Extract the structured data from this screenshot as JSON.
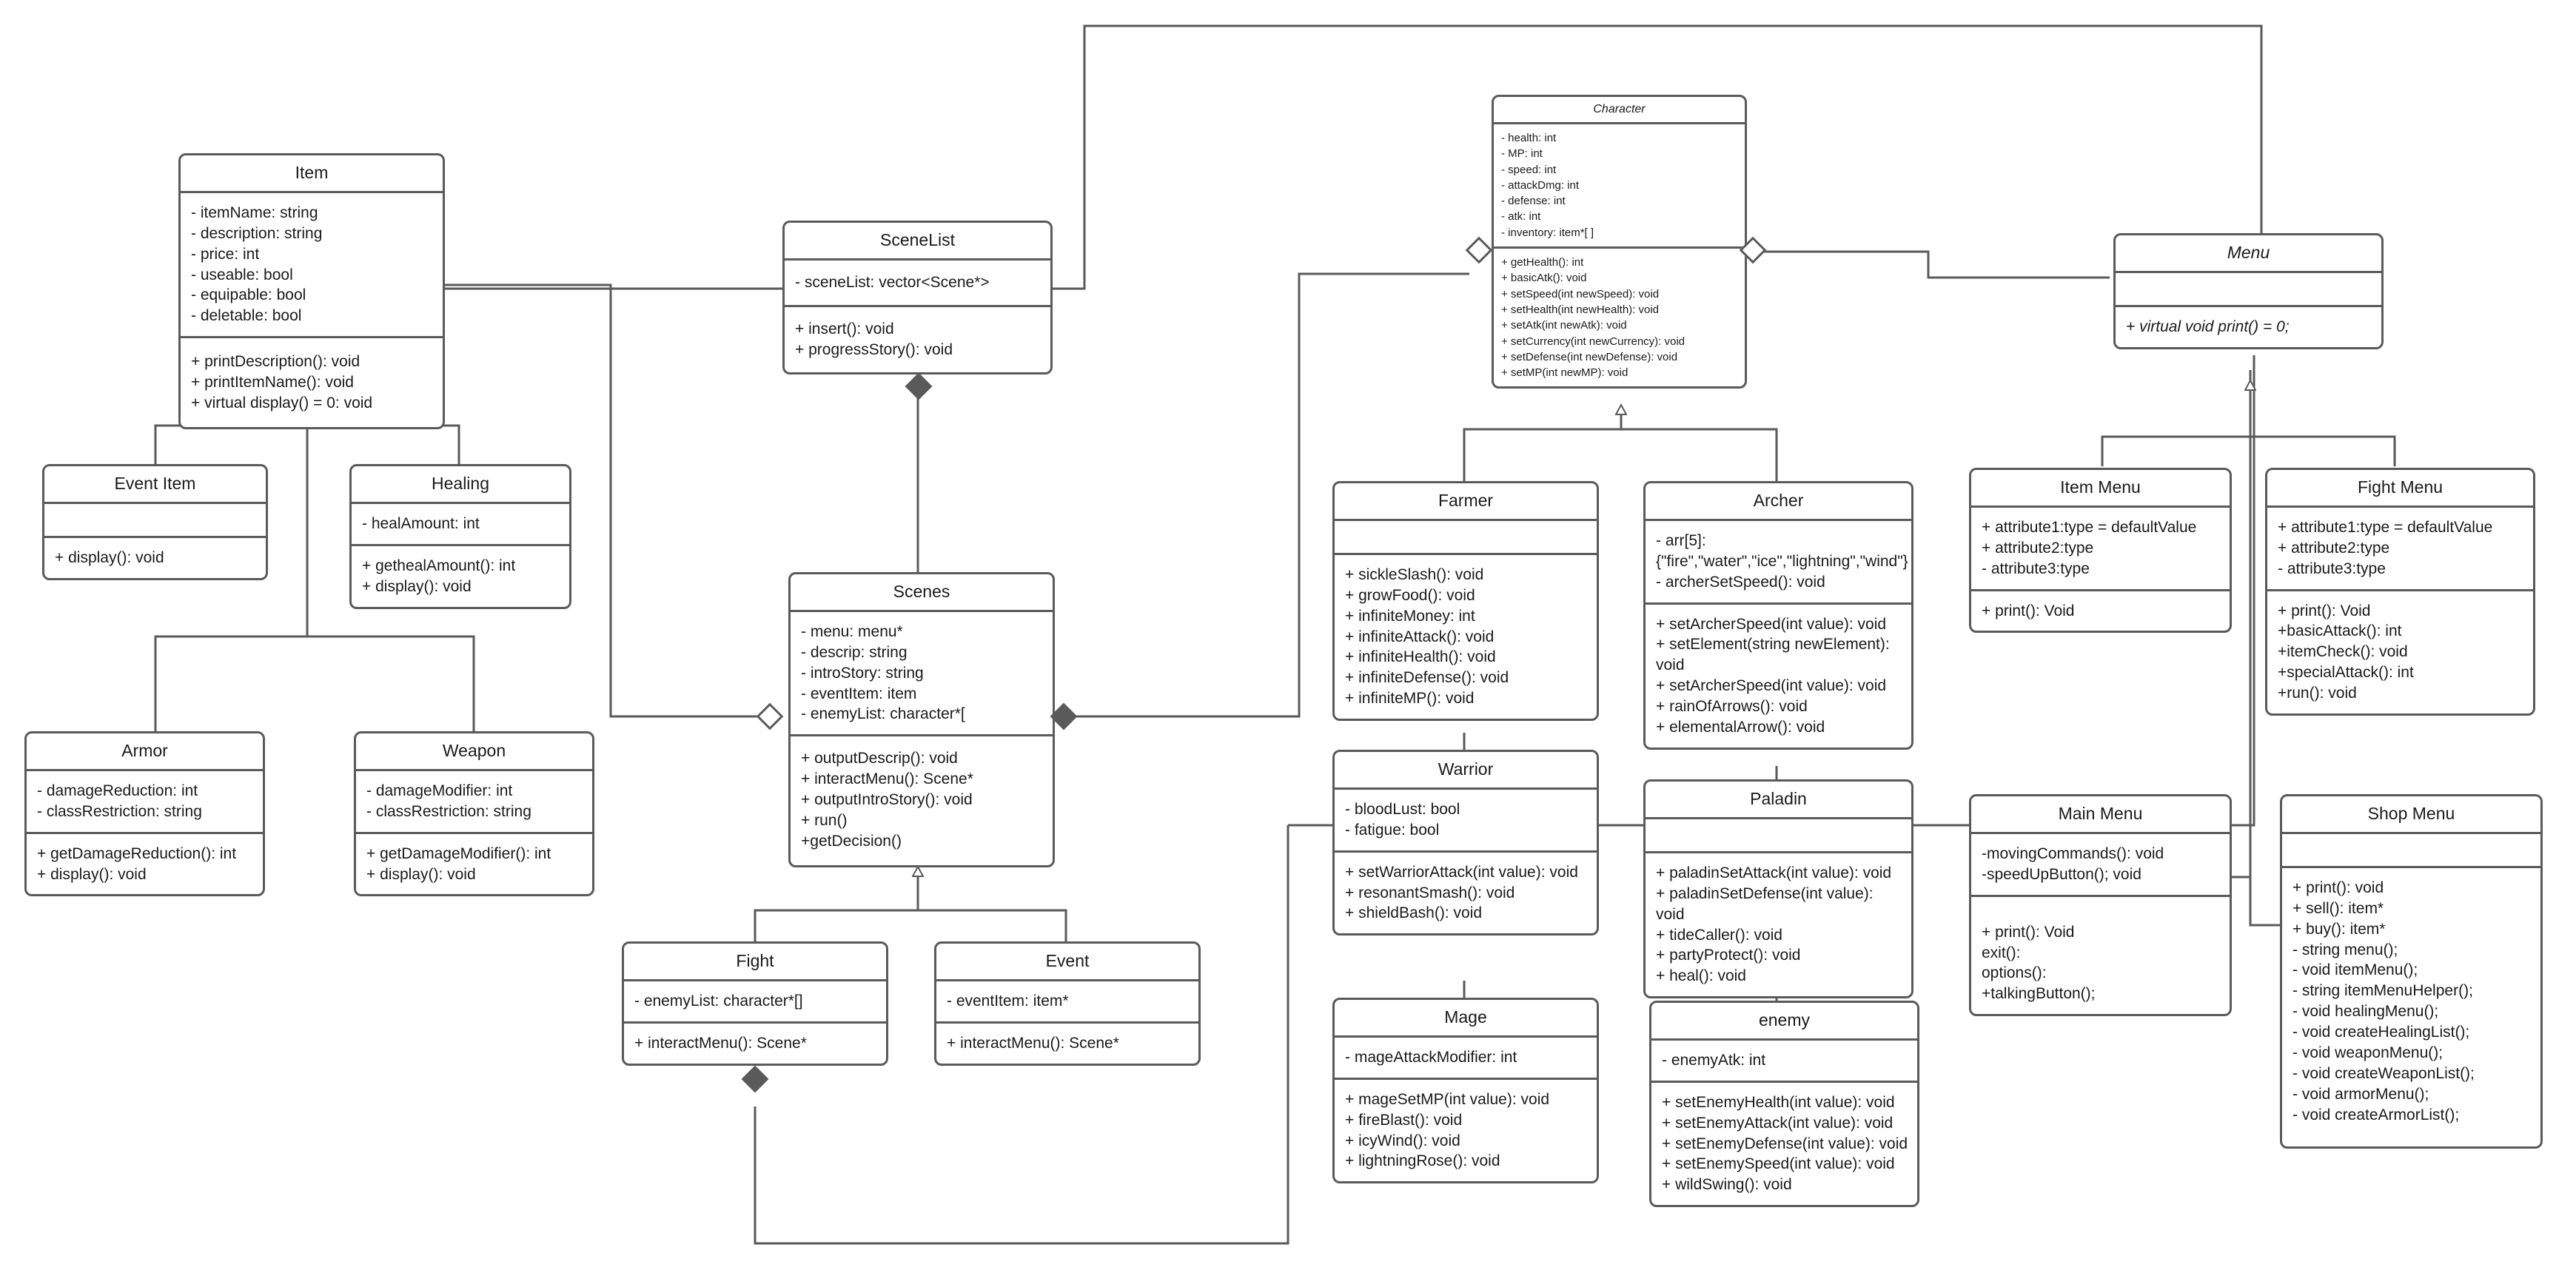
{
  "diagram": {
    "title": "Game UML Class Diagram",
    "type": "uml-class-diagram",
    "background_color": "#ffffff",
    "line_color": "#5a5a5a",
    "text_color": "#1a1a1a"
  },
  "classes": {
    "item": {
      "name": "Item",
      "abstract": false,
      "attributes": [
        "- itemName: string",
        "- description: string",
        "- price: int",
        "- useable: bool",
        "- equipable: bool",
        "- deletable: bool"
      ],
      "methods": [
        "+ printDescription(): void",
        "+ printItemName(): void",
        "+ virtual display() = 0: void"
      ]
    },
    "event_item": {
      "name": "Event Item",
      "abstract": false,
      "attributes": [],
      "methods": [
        "+ display(): void"
      ]
    },
    "healing": {
      "name": "Healing",
      "abstract": false,
      "attributes": [
        "- healAmount: int"
      ],
      "methods": [
        "+ gethealAmount(): int",
        "+ display(): void"
      ]
    },
    "armor": {
      "name": "Armor",
      "abstract": false,
      "attributes": [
        "- damageReduction: int",
        "- classRestriction: string"
      ],
      "methods": [
        "+ getDamageReduction(): int",
        "+ display(): void"
      ]
    },
    "weapon": {
      "name": "Weapon",
      "abstract": false,
      "attributes": [
        "- damageModifier: int",
        "- classRestriction: string"
      ],
      "methods": [
        "+ getDamageModifier(): int",
        "+ display(): void"
      ]
    },
    "scene_list": {
      "name": "SceneList",
      "abstract": false,
      "attributes": [
        "- sceneList: vector<Scene*>"
      ],
      "methods": [
        "+ insert(): void",
        "+ progressStory(): void"
      ]
    },
    "scenes": {
      "name": "Scenes",
      "abstract": false,
      "attributes": [
        "- menu: menu*",
        "- descrip: string",
        "- introStory: string",
        "- eventItem: item",
        "- enemyList: character*["
      ],
      "methods": [
        "+ outputDescrip(): void",
        "+ interactMenu(): Scene*",
        "+ outputIntroStory(): void",
        "+ run()",
        "+getDecision()"
      ]
    },
    "fight": {
      "name": "Fight",
      "abstract": false,
      "attributes": [
        "- enemyList: character*[]"
      ],
      "methods": [
        "+ interactMenu(): Scene*"
      ]
    },
    "event": {
      "name": "Event",
      "abstract": false,
      "attributes": [
        "- eventItem: item*"
      ],
      "methods": [
        "+ interactMenu(): Scene*"
      ]
    },
    "character": {
      "name": "Character",
      "abstract": true,
      "attributes": [
        "- health: int",
        "- MP: int",
        "- speed: int",
        "- attackDmg: int",
        "- defense: int",
        "- atk: int",
        "- inventory: item*[ ]"
      ],
      "methods": [
        "+ getHealth(): int",
        "+ basicAtk(): void",
        "+ setSpeed(int newSpeed): void",
        "+ setHealth(int newHealth): void",
        "+ setAtk(int newAtk): void",
        "+ setCurrency(int newCurrency): void",
        "+ setDefense(int newDefense): void",
        "+ setMP(int newMP): void"
      ]
    },
    "farmer": {
      "name": "Farmer",
      "abstract": false,
      "attributes": [],
      "methods": [
        "+ sickleSlash(): void",
        "+ growFood(): void",
        "+ infiniteMoney: int",
        "+ infiniteAttack(): void",
        "+ infiniteHealth(): void",
        "+ infiniteDefense(): void",
        "+ infiniteMP(): void"
      ]
    },
    "archer": {
      "name": "Archer",
      "abstract": false,
      "attributes": [
        "- arr[5]:\n{\"fire\",\"water\",\"ice\",\"lightning\",\"wind\"}",
        "- archerSetSpeed(): void"
      ],
      "methods": [
        "+ setArcherSpeed(int value): void",
        "+ setElement(string newElement): void",
        "+ setArcherSpeed(int value): void",
        "+ rainOfArrows(): void",
        "+ elementalArrow(): void"
      ]
    },
    "warrior": {
      "name": "Warrior",
      "abstract": false,
      "attributes": [
        "- bloodLust: bool",
        "- fatigue: bool"
      ],
      "methods": [
        "+ setWarriorAttack(int value): void",
        "+ resonantSmash(): void",
        "+ shieldBash(): void"
      ]
    },
    "paladin": {
      "name": "Paladin",
      "abstract": false,
      "attributes": [],
      "methods": [
        "+ paladinSetAttack(int value): void",
        "+ paladinSetDefense(int value): void",
        "+ tideCaller(): void",
        "+ partyProtect(): void",
        "+ heal(): void"
      ]
    },
    "mage": {
      "name": "Mage",
      "abstract": false,
      "attributes": [
        "- mageAttackModifier: int"
      ],
      "methods": [
        "+ mageSetMP(int value): void",
        "+ fireBlast(): void",
        "+ icyWind(): void",
        "+ lightningRose(): void"
      ]
    },
    "enemy": {
      "name": "enemy",
      "abstract": false,
      "attributes": [
        "- enemyAtk: int"
      ],
      "methods": [
        "+ setEnemyHealth(int value): void",
        "+ setEnemyAttack(int value): void",
        "+ setEnemyDefense(int value): void",
        "+ setEnemySpeed(int value): void",
        "+ wildSwing(): void"
      ]
    },
    "menu": {
      "name": "Menu",
      "abstract": true,
      "attributes": [],
      "methods": [
        "+ virtual void print() = 0;"
      ]
    },
    "item_menu": {
      "name": "Item Menu",
      "abstract": false,
      "attributes": [
        "+ attribute1:type = defaultValue",
        "+ attribute2:type",
        "- attribute3:type"
      ],
      "methods": [
        "+ print(): Void"
      ]
    },
    "fight_menu": {
      "name": "Fight Menu",
      "abstract": false,
      "attributes": [
        "+ attribute1:type = defaultValue",
        "+ attribute2:type",
        "- attribute3:type"
      ],
      "methods": [
        "+ print(): Void",
        "+basicAttack(): int",
        "+itemCheck(): void",
        "+specialAttack(): int",
        "+run(): void"
      ]
    },
    "main_menu": {
      "name": "Main Menu",
      "abstract": false,
      "attributes": [
        "-movingCommands(): void",
        "-speedUpButton(); void"
      ],
      "methods": [
        "+ print(): Void",
        "exit():",
        "options():",
        "+talkingButton();"
      ]
    },
    "shop_menu": {
      "name": "Shop Menu",
      "abstract": false,
      "attributes": [],
      "methods": [
        "+ print(): void",
        "+ sell(): item*",
        "+ buy(): item*",
        "- string menu();",
        "- void itemMenu();",
        "- string itemMenuHelper();",
        "- void healingMenu();",
        "- void createHealingList();",
        "- void weaponMenu();",
        "- void createWeaponList();",
        "- void armorMenu();",
        "- void createArmorList();"
      ]
    }
  },
  "relationships": [
    {
      "from": "event_item",
      "to": "item",
      "type": "generalization"
    },
    {
      "from": "healing",
      "to": "item",
      "type": "generalization"
    },
    {
      "from": "armor",
      "to": "item",
      "type": "generalization"
    },
    {
      "from": "weapon",
      "to": "item",
      "type": "generalization"
    },
    {
      "from": "scenes",
      "to": "scene_list",
      "type": "composition"
    },
    {
      "from": "fight",
      "to": "scenes",
      "type": "generalization"
    },
    {
      "from": "event",
      "to": "scenes",
      "type": "generalization"
    },
    {
      "from": "farmer",
      "to": "character",
      "type": "generalization"
    },
    {
      "from": "archer",
      "to": "character",
      "type": "generalization"
    },
    {
      "from": "warrior",
      "to": "character",
      "type": "generalization"
    },
    {
      "from": "paladin",
      "to": "character",
      "type": "generalization"
    },
    {
      "from": "mage",
      "to": "character",
      "type": "generalization"
    },
    {
      "from": "enemy",
      "to": "character",
      "type": "generalization"
    },
    {
      "from": "item_menu",
      "to": "menu",
      "type": "generalization"
    },
    {
      "from": "fight_menu",
      "to": "menu",
      "type": "generalization"
    },
    {
      "from": "main_menu",
      "to": "menu",
      "type": "generalization"
    },
    {
      "from": "shop_menu",
      "to": "menu",
      "type": "generalization"
    },
    {
      "from": "item",
      "to": "character",
      "type": "aggregation"
    },
    {
      "from": "menu",
      "to": "character",
      "type": "aggregation"
    },
    {
      "from": "scenes",
      "to": "item",
      "type": "aggregation"
    },
    {
      "from": "scenes",
      "to": "character",
      "type": "composition"
    },
    {
      "from": "fight",
      "to": "fight_menu",
      "type": "composition"
    }
  ]
}
